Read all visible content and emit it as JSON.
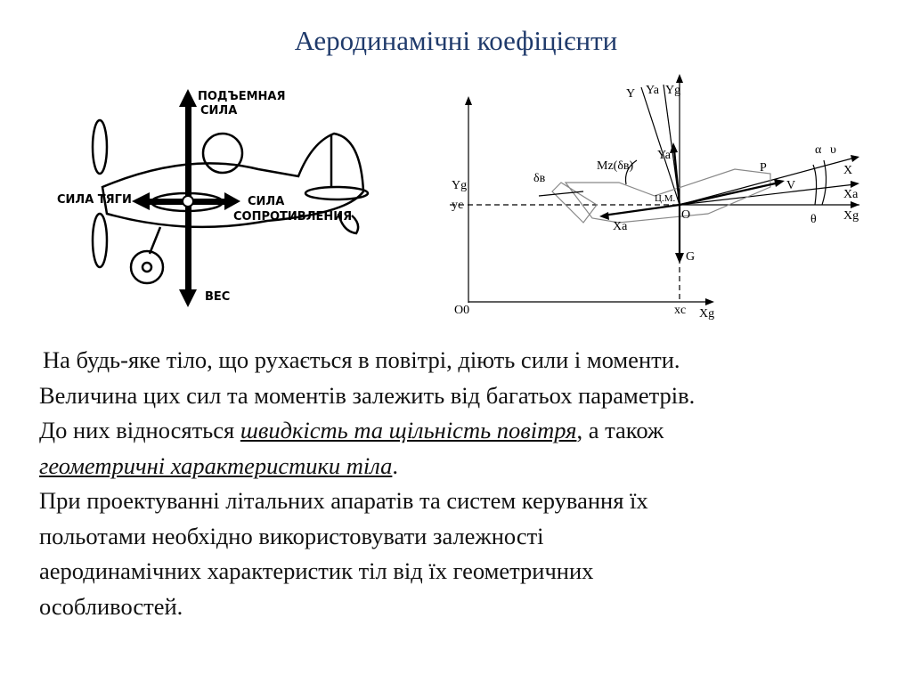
{
  "title": "Аеродинамічні коефіцієнти",
  "figure_left": {
    "labels": {
      "lift": [
        "ПОДЪЕМНАЯ",
        "СИЛА"
      ],
      "thrust": "СИЛА ТЯГИ",
      "drag": [
        "СИЛА",
        "СОПРОТИВЛЕНИЯ"
      ],
      "weight": "ВЕС"
    }
  },
  "figure_right": {
    "labels": {
      "Y": "Y",
      "Ya": "Ya",
      "Yg_top": "Yg",
      "Ya_vec": "Ya",
      "Mz": "Mz(δв)",
      "delta": "δв",
      "Yg_left": "Yg",
      "yc": "yc",
      "cm": "Ц.М.",
      "O": "O",
      "Xa_vec": "Xa",
      "P": "P",
      "V": "V",
      "X": "X",
      "Xa": "Xa",
      "Xg": "Xg",
      "alpha": "α",
      "upsilon": "υ",
      "theta": "θ",
      "G": "G",
      "O0": "O0",
      "xc": "xc",
      "Xg_bottom": "Xg"
    }
  },
  "body": {
    "line1": "На будь-яке тіло, що рухається в повітрі, діють сили і моменти.",
    "line2": "Величина цих сил та моментів залежить від багатьох параметрів.",
    "line3_pre": "До них відносяться ",
    "line3_em": "швидкість та щільність повітря",
    "line3_post": ", а також",
    "line4_em": "геометричні характеристики тіла",
    "line4_post": ".",
    "line5": "При проектуванні літальних апаратів та систем керування їх",
    "line6": "польотами необхідно використовувати залежності",
    "line7": "аеродинамічних характеристик тіл від їх геометричних",
    "line8": "особливостей."
  }
}
